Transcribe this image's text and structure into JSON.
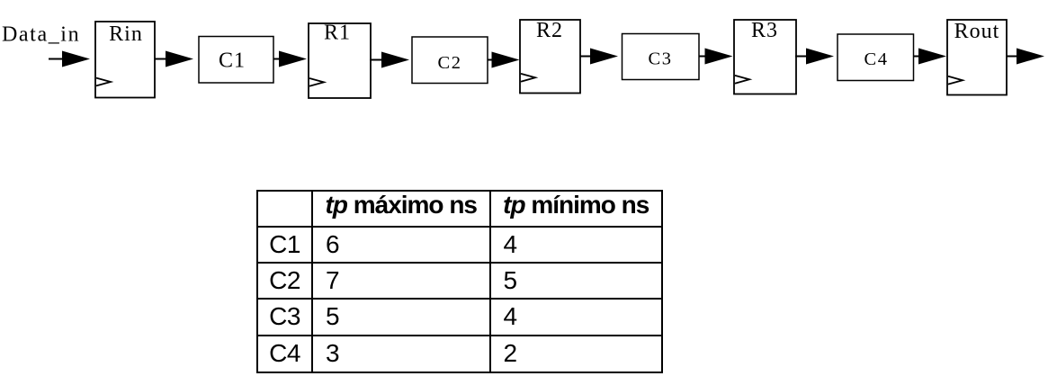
{
  "colors": {
    "ink": "#000000",
    "background": "#ffffff"
  },
  "diagram": {
    "input_label": "Data_in",
    "registers": [
      {
        "label": "Rin"
      },
      {
        "label": "R1"
      },
      {
        "label": "R2"
      },
      {
        "label": "R3"
      },
      {
        "label": "Rout"
      }
    ],
    "blocks": [
      {
        "label": "C1"
      },
      {
        "label": "C2"
      },
      {
        "label": "C3"
      },
      {
        "label": "C4"
      }
    ]
  },
  "table": {
    "header": {
      "corner": "",
      "col2_prefix": "tp",
      "col2_rest": " máximo ns",
      "col3_prefix": "tp",
      "col3_rest": " mínimo ns"
    },
    "rows": [
      {
        "name": "C1",
        "tp_max": "6",
        "tp_min": "4"
      },
      {
        "name": "C2",
        "tp_max": "7",
        "tp_min": "5"
      },
      {
        "name": "C3",
        "tp_max": "5",
        "tp_min": "4"
      },
      {
        "name": "C4",
        "tp_max": "3",
        "tp_min": "2"
      }
    ]
  }
}
